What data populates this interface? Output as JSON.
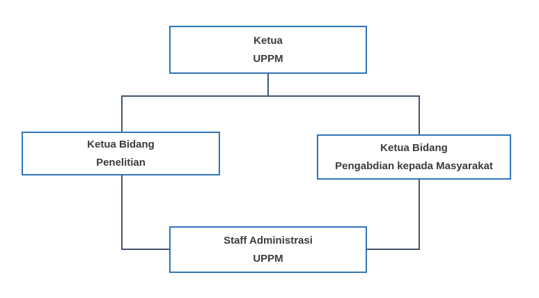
{
  "diagram": {
    "nodes": {
      "ketua": {
        "line1": "Ketua",
        "line2": "UPPM"
      },
      "penelitian": {
        "line1": "Ketua Bidang",
        "line2": "Penelitian"
      },
      "pengabdian": {
        "line1": "Ketua Bidang",
        "line2": "Pengabdian kepada Masyarakat"
      },
      "staff": {
        "line1": "Staff Administrasi",
        "line2": "UPPM"
      }
    }
  },
  "colors": {
    "box_border": "#2E74B5",
    "connector": "#44546A",
    "text": "#3B3B3B",
    "background": "#FFFFFF"
  }
}
